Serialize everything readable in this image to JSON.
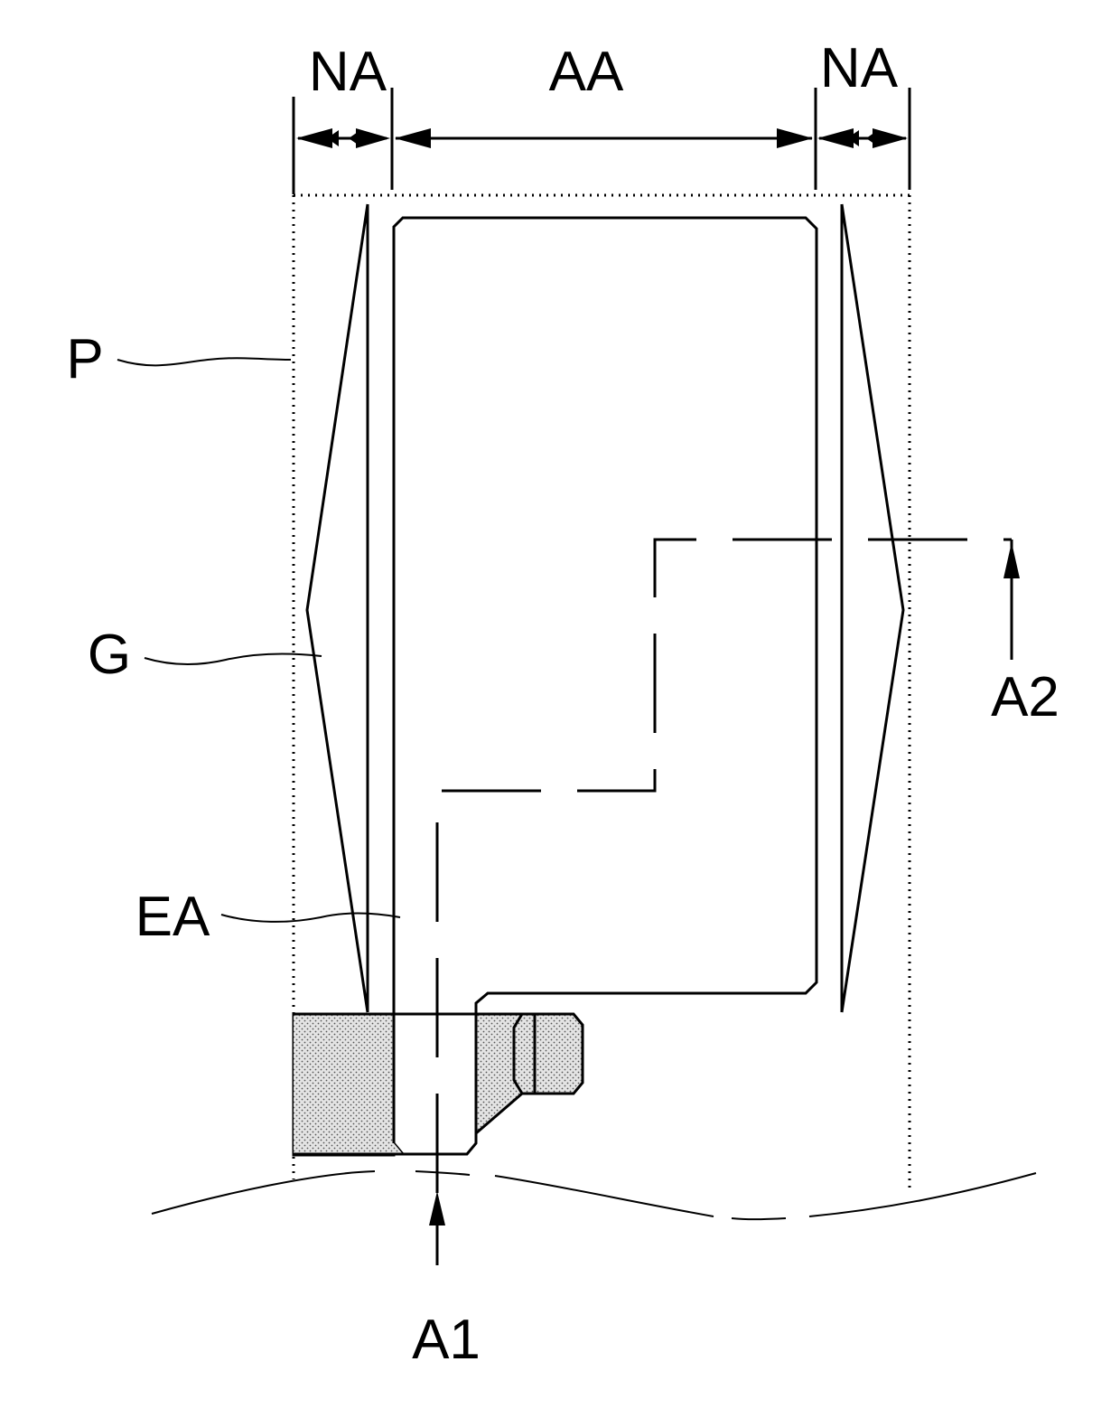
{
  "labels": {
    "na_left": "NA",
    "aa": "AA",
    "na_right": "NA",
    "p": "P",
    "g": "G",
    "ea": "EA",
    "a1": "A1",
    "a2": "A2"
  },
  "colors": {
    "line": "#000000",
    "pad_fill": "#d3d3d3",
    "background": "#ffffff"
  }
}
